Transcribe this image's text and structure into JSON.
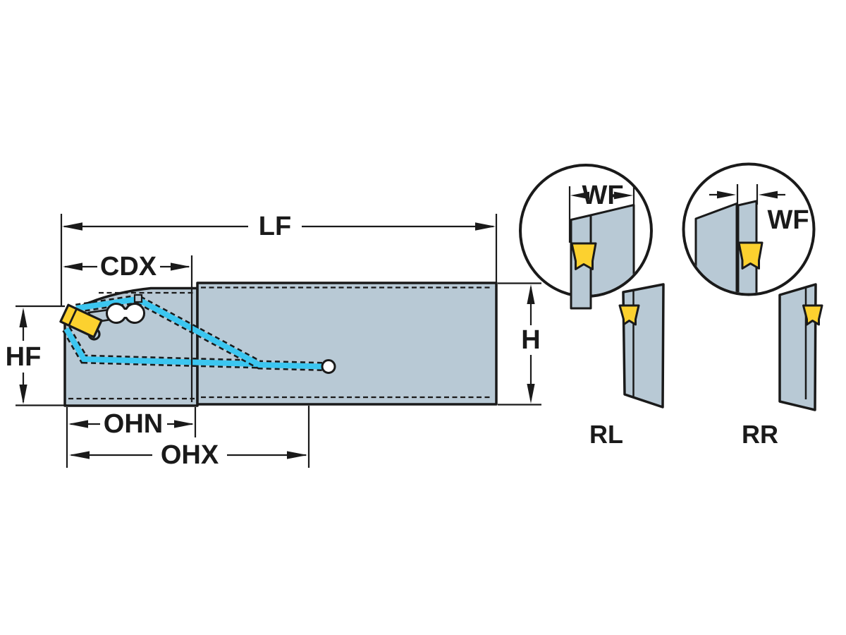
{
  "diagram": {
    "labels": {
      "lf": "LF",
      "cdx": "CDX",
      "hf": "HF",
      "ohn": "OHN",
      "ohx": "OHX",
      "h": "H",
      "wf_detail_left": "WF",
      "wf_detail_right": "WF",
      "blade_left": "RL",
      "blade_right": "RR"
    },
    "colors": {
      "body_fill": "#b8c9d5",
      "insert_yellow": "#fcd12f",
      "coolant_cyan": "#3cc6f0",
      "outline": "#1a1a1a",
      "background": "#ffffff"
    }
  }
}
